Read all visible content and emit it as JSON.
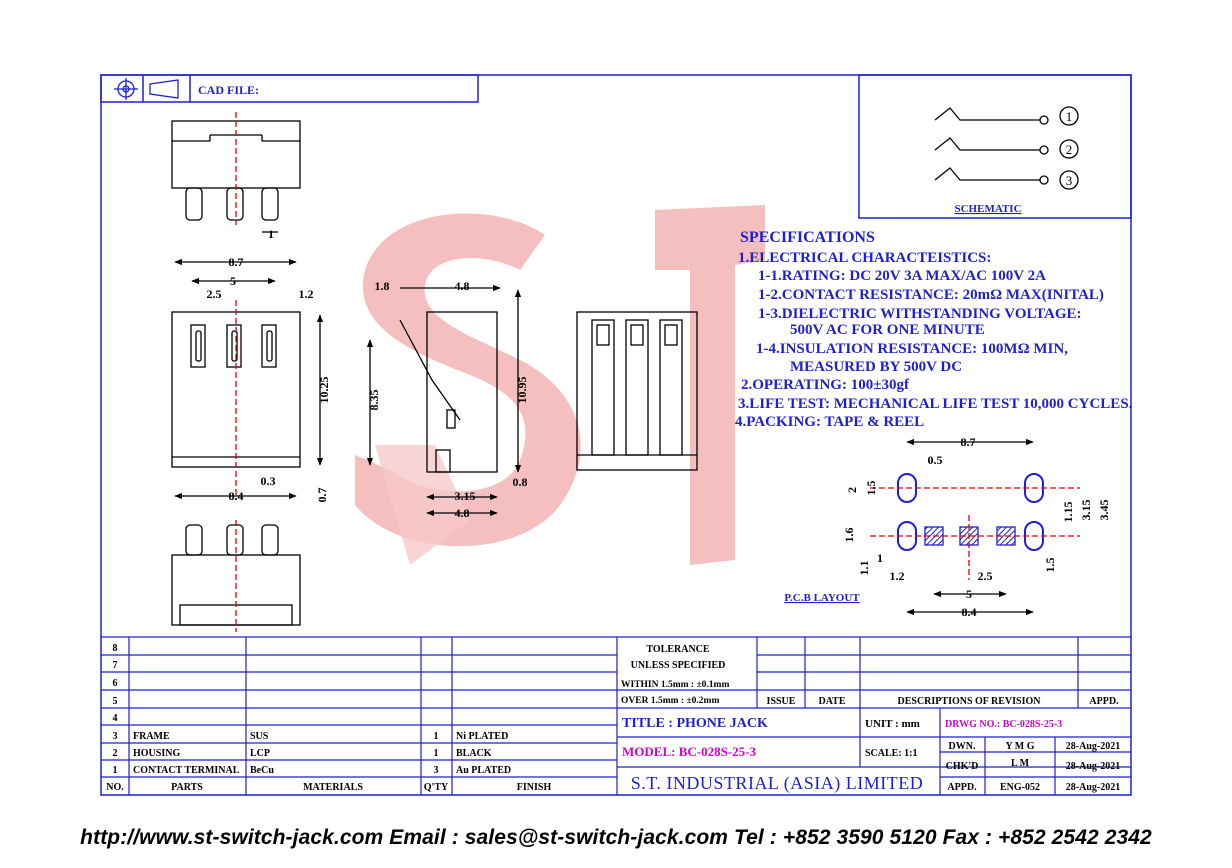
{
  "header": {
    "cad_file_label": "CAD FILE:"
  },
  "watermark": {
    "letters": "ST"
  },
  "schematic": {
    "title": "SCHEMATIC",
    "terminals": [
      "1",
      "2",
      "3"
    ]
  },
  "specifications": {
    "title": "SPECIFICATIONS",
    "lines": [
      "1.ELECTRICAL CHARACTEISTICS:",
      "1-1.RATING: DC 20V 3A MAX/AC 100V 2A",
      "1-2.CONTACT RESISTANCE: 20mΩ MAX(INITAL)",
      "1-3.DIELECTRIC WITHSTANDING VOLTAGE:",
      "500V AC FOR ONE MINUTE",
      "1-4.INSULATION RESISTANCE: 100MΩ MIN,",
      "MEASURED BY 500V DC",
      "2.OPERATING: 100±30gf",
      "3.LIFE TEST: MECHANICAL LIFE TEST 10,000 CYCLES.",
      "4.PACKING: TAPE & REEL"
    ]
  },
  "top_view": {
    "dim_pitch": "1"
  },
  "front_view": {
    "dim_width": "8.7",
    "dim_pitch": "5",
    "dim_half": "2.5",
    "dim_pin": "1.2",
    "dim_height": "10.25",
    "dim_base": "8.4",
    "dim_step": "0.3",
    "dim_foot": "0.7"
  },
  "side_view": {
    "dim_a": "1.8",
    "dim_b": "4.8",
    "dim_height": "8.35",
    "dim_total": "10.95",
    "dim_c": "3.15",
    "dim_d": "4.8",
    "dim_e": "0.8"
  },
  "pcb_layout": {
    "title": "P.C.B LAYOUT",
    "dims": {
      "width": "8.7",
      "offset": "0.5",
      "slot_h": "2",
      "slot_w": "1.5",
      "pad_h": "1.6",
      "pad_g": "1",
      "bot": "1.1",
      "r1": "1.15",
      "r2": "3.15",
      "r3": "3.45",
      "r4": "1.5",
      "b1": "1.2",
      "b2": "2.5",
      "b3": "5",
      "b4": "8.4"
    }
  },
  "title_block": {
    "tolerance": {
      "title": "TOLERANCE",
      "subtitle": "UNLESS   SPECIFIED",
      "within": "WITHIN  1.5mm : ±0.1mm",
      "over": "OVER    1.5mm : ±0.2mm"
    },
    "revision_headers": {
      "issue": "ISSUE",
      "date": "DATE",
      "descriptions": "DESCRIPTIONS  OF  REVISION",
      "appd": "APPD."
    },
    "title": "TITLE : PHONE JACK",
    "unit": "UNIT :  mm",
    "drwg_no": "DRWG NO.: BC-028S-25-3",
    "model": "MODEL: BC-028S-25-3",
    "scale": "SCALE:  1:1",
    "company": "S.T. INDUSTRIAL (ASIA) LIMITED",
    "sign_rows": [
      {
        "role": "DWN.",
        "name": "Y M G",
        "date": "28-Aug-2021"
      },
      {
        "role": "CHK'D",
        "name": "L M",
        "date": "28-Aug-2021"
      },
      {
        "role": "APPD.",
        "name": "ENG-052",
        "date": "28-Aug-2021"
      }
    ],
    "bom_headers": {
      "no": "NO.",
      "parts": "PARTS",
      "materials": "MATERIALS",
      "qty": "Q'TY",
      "finish": "FINISH"
    },
    "bom_rows": [
      {
        "no": "8",
        "part": "",
        "material": "",
        "qty": "",
        "finish": ""
      },
      {
        "no": "7",
        "part": "",
        "material": "",
        "qty": "",
        "finish": ""
      },
      {
        "no": "6",
        "part": "",
        "material": "",
        "qty": "",
        "finish": ""
      },
      {
        "no": "5",
        "part": "",
        "material": "",
        "qty": "",
        "finish": ""
      },
      {
        "no": "4",
        "part": "",
        "material": "",
        "qty": "",
        "finish": ""
      },
      {
        "no": "3",
        "part": "FRAME",
        "material": "SUS",
        "qty": "1",
        "finish": "Ni PLATED"
      },
      {
        "no": "2",
        "part": "HOUSING",
        "material": "LCP",
        "qty": "1",
        "finish": "BLACK"
      },
      {
        "no": "1",
        "part": "CONTACT TERMINAL",
        "material": "BeCu",
        "qty": "3",
        "finish": "Au PLATED"
      }
    ]
  },
  "footer": {
    "contact": "http://www.st-switch-jack.com  Email : sales@st-switch-jack.com  Tel : +852 3590 5120  Fax : +852 2542 2342"
  },
  "colors": {
    "frame": "#1f1fd0",
    "watermark": "#f0a8a8",
    "accent_text": "#d000d0",
    "dimension": "#000000",
    "centerline": "#e00000"
  }
}
